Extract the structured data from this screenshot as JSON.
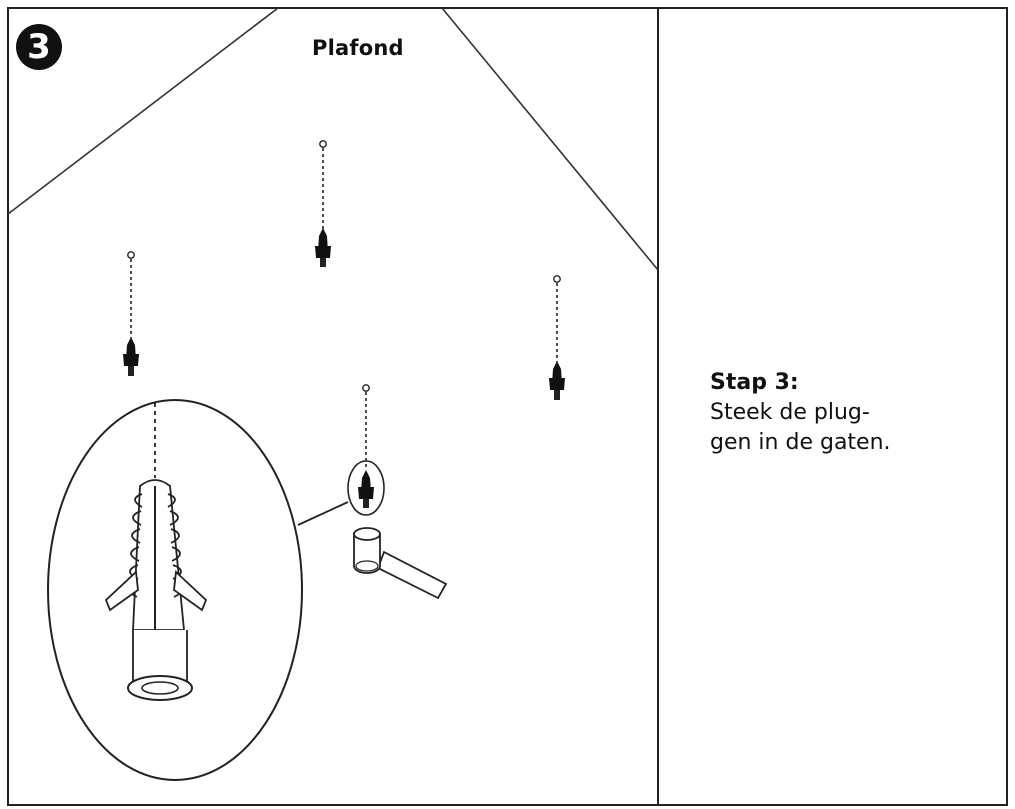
{
  "diagram": {
    "step_number": "3",
    "region_label": "Plafond",
    "instruction": {
      "title": "Stap 3:",
      "lines": [
        "Steek de plug-",
        "gen in de gaten."
      ]
    }
  }
}
